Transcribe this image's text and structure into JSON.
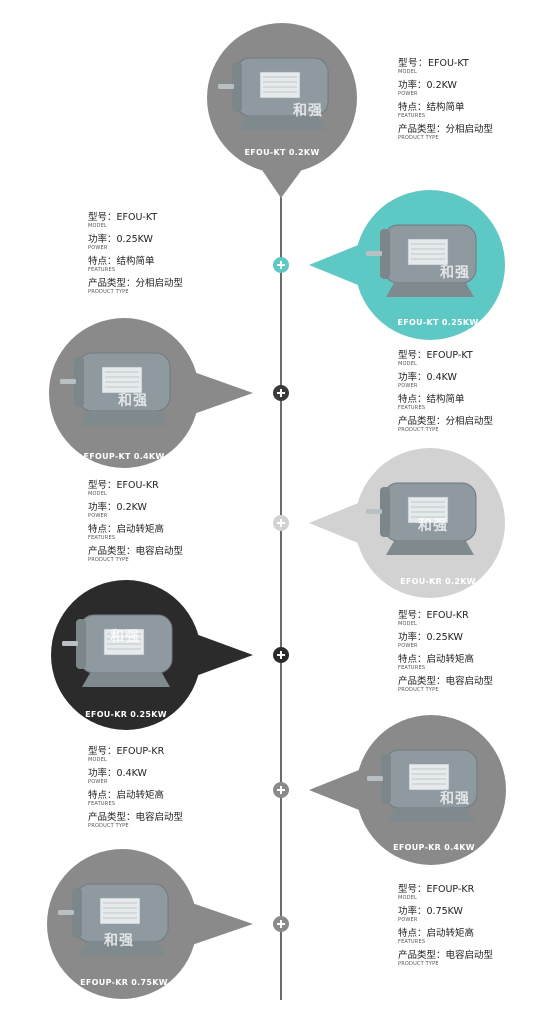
{
  "colors": {
    "line": "#3a3a3a",
    "circle_grey": "#8a8a8a",
    "circle_teal": "#5ec8c4",
    "circle_dark": "#2b2b2b",
    "circle_light_grey": "#d2d2d2",
    "motor_body": "#8e9aa0"
  },
  "watermark_text": "和强",
  "items": [
    {
      "badge": "EFOU-KT 0.2KW",
      "model": "EFOU-KT",
      "power": "0.2KW",
      "features": "结构简单",
      "type": "分相启动型",
      "node_icon": "none"
    },
    {
      "badge": "EFOU-KT 0.25KW",
      "model": "EFOU-KT",
      "power": "0.25KW",
      "features": "结构简单",
      "type": "分相启动型",
      "node_icon": "plus-icon"
    },
    {
      "badge": "EFOUP-KT 0.4KW",
      "model": "EFOUP-KT",
      "power": "0.4KW",
      "features": "结构简单",
      "type": "分相启动型",
      "node_icon": "plus-icon"
    },
    {
      "badge": "EFOU-KR 0.2KW",
      "model": "EFOU-KR",
      "power": "0.2KW",
      "features": "启动转矩高",
      "type": "电容启动型",
      "node_icon": "plus-icon"
    },
    {
      "badge": "EFOU-KR 0.25KW",
      "model": "EFOU-KR",
      "power": "0.25KW",
      "features": "启动转矩高",
      "type": "电容启动型",
      "node_icon": "plus-icon"
    },
    {
      "badge": "EFOUP-KR 0.4KW",
      "model": "EFOUP-KR",
      "power": "0.4KW",
      "features": "启动转矩高",
      "type": "电容启动型",
      "node_icon": "plus-icon"
    },
    {
      "badge": "EFOUP-KR 0.75KW",
      "model": "EFOUP-KR",
      "power": "0.75KW",
      "features": "启动转矩高",
      "type": "电容启动型",
      "node_icon": "plus-icon"
    }
  ],
  "labels": {
    "model_cn": "型号：",
    "model_en": "MODEL",
    "power_cn": "功率：",
    "power_en": "POWER",
    "features_cn": "特点：",
    "features_en": "FEATURES",
    "type_cn": "产品类型：",
    "type_en": "PRODUCT TYPE"
  }
}
